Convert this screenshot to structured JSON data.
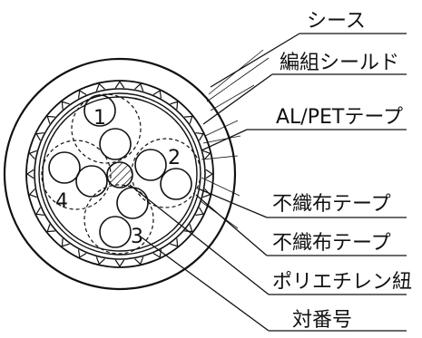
{
  "labels": {
    "sheath": "シース",
    "braided_shield": "編組シールド",
    "al_pet_tape": "AL/PETテープ",
    "nonwoven_tape_1": "不織布テープ",
    "nonwoven_tape_2": "不織布テープ",
    "polyethylene_cord": "ポリエチレン紐",
    "pair_number": "対番号"
  },
  "pairs": [
    "1",
    "2",
    "3",
    "4"
  ],
  "colors": {
    "line": "#111111",
    "background": "#ffffff"
  }
}
